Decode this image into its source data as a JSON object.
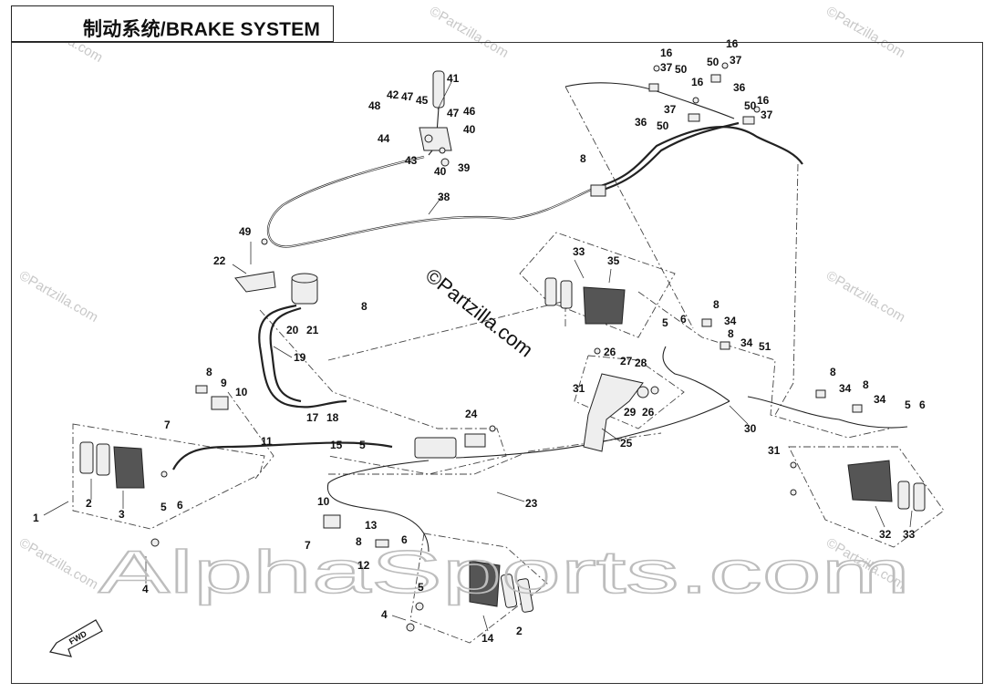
{
  "title": "制动系统/BRAKE SYSTEM",
  "watermarks": {
    "site": "AlphaSports.com",
    "center": "©Partzilla.com",
    "corner": "©Partzilla.com",
    "fwd": "FWD"
  },
  "callouts": [
    {
      "id": "c41",
      "label": "41"
    },
    {
      "id": "c42",
      "label": "42"
    },
    {
      "id": "c47a",
      "label": "47"
    },
    {
      "id": "c45",
      "label": "45"
    },
    {
      "id": "c48",
      "label": "48"
    },
    {
      "id": "c47b",
      "label": "47"
    },
    {
      "id": "c46",
      "label": "46"
    },
    {
      "id": "c40a",
      "label": "40"
    },
    {
      "id": "c44",
      "label": "44"
    },
    {
      "id": "c43",
      "label": "43"
    },
    {
      "id": "c40b",
      "label": "40"
    },
    {
      "id": "c39",
      "label": "39"
    },
    {
      "id": "c38",
      "label": "38"
    },
    {
      "id": "c16a",
      "label": "16"
    },
    {
      "id": "c37a",
      "label": "37"
    },
    {
      "id": "c50a",
      "label": "50"
    },
    {
      "id": "c16b",
      "label": "16"
    },
    {
      "id": "c50b",
      "label": "50"
    },
    {
      "id": "c37b",
      "label": "37"
    },
    {
      "id": "c16c",
      "label": "16"
    },
    {
      "id": "c36a",
      "label": "36"
    },
    {
      "id": "c37c",
      "label": "37"
    },
    {
      "id": "c36b",
      "label": "36"
    },
    {
      "id": "c50c",
      "label": "50"
    },
    {
      "id": "c50d",
      "label": "50"
    },
    {
      "id": "c16d",
      "label": "16"
    },
    {
      "id": "c37d",
      "label": "37"
    },
    {
      "id": "c8a",
      "label": "8"
    },
    {
      "id": "c49",
      "label": "49"
    },
    {
      "id": "c22",
      "label": "22"
    },
    {
      "id": "c8b",
      "label": "8"
    },
    {
      "id": "c20",
      "label": "20"
    },
    {
      "id": "c21",
      "label": "21"
    },
    {
      "id": "c19",
      "label": "19"
    },
    {
      "id": "c17",
      "label": "17"
    },
    {
      "id": "c18",
      "label": "18"
    },
    {
      "id": "c8c",
      "label": "8"
    },
    {
      "id": "c9",
      "label": "9"
    },
    {
      "id": "c10a",
      "label": "10"
    },
    {
      "id": "c7a",
      "label": "7"
    },
    {
      "id": "c11",
      "label": "11"
    },
    {
      "id": "c15",
      "label": "15"
    },
    {
      "id": "c5a",
      "label": "5"
    },
    {
      "id": "c24",
      "label": "24"
    },
    {
      "id": "c1",
      "label": "1"
    },
    {
      "id": "c2a",
      "label": "2"
    },
    {
      "id": "c3",
      "label": "3"
    },
    {
      "id": "c5b",
      "label": "5"
    },
    {
      "id": "c6a",
      "label": "6"
    },
    {
      "id": "c4a",
      "label": "4"
    },
    {
      "id": "c10b",
      "label": "10"
    },
    {
      "id": "c13",
      "label": "13"
    },
    {
      "id": "c7b",
      "label": "7"
    },
    {
      "id": "c8d",
      "label": "8"
    },
    {
      "id": "c6b",
      "label": "6"
    },
    {
      "id": "c12",
      "label": "12"
    },
    {
      "id": "c5c",
      "label": "5"
    },
    {
      "id": "c4b",
      "label": "4"
    },
    {
      "id": "c14",
      "label": "14"
    },
    {
      "id": "c2b",
      "label": "2"
    },
    {
      "id": "c23",
      "label": "23"
    },
    {
      "id": "c33a",
      "label": "33"
    },
    {
      "id": "c35",
      "label": "35"
    },
    {
      "id": "c26a",
      "label": "26"
    },
    {
      "id": "c31a",
      "label": "31"
    },
    {
      "id": "c27",
      "label": "27"
    },
    {
      "id": "c28",
      "label": "28"
    },
    {
      "id": "c29",
      "label": "29"
    },
    {
      "id": "c26b",
      "label": "26"
    },
    {
      "id": "c25",
      "label": "25"
    },
    {
      "id": "c8e",
      "label": "8"
    },
    {
      "id": "c5d",
      "label": "5"
    },
    {
      "id": "c6c",
      "label": "6"
    },
    {
      "id": "c34a",
      "label": "34"
    },
    {
      "id": "c8f",
      "label": "8"
    },
    {
      "id": "c34b",
      "label": "34"
    },
    {
      "id": "c51",
      "label": "51"
    },
    {
      "id": "c30",
      "label": "30"
    },
    {
      "id": "c8g",
      "label": "8"
    },
    {
      "id": "c34c",
      "label": "34"
    },
    {
      "id": "c8h",
      "label": "8"
    },
    {
      "id": "c34d",
      "label": "34"
    },
    {
      "id": "c5e",
      "label": "5"
    },
    {
      "id": "c6d",
      "label": "6"
    },
    {
      "id": "c31b",
      "label": "31"
    },
    {
      "id": "c32",
      "label": "32"
    },
    {
      "id": "c33b",
      "label": "33"
    }
  ]
}
